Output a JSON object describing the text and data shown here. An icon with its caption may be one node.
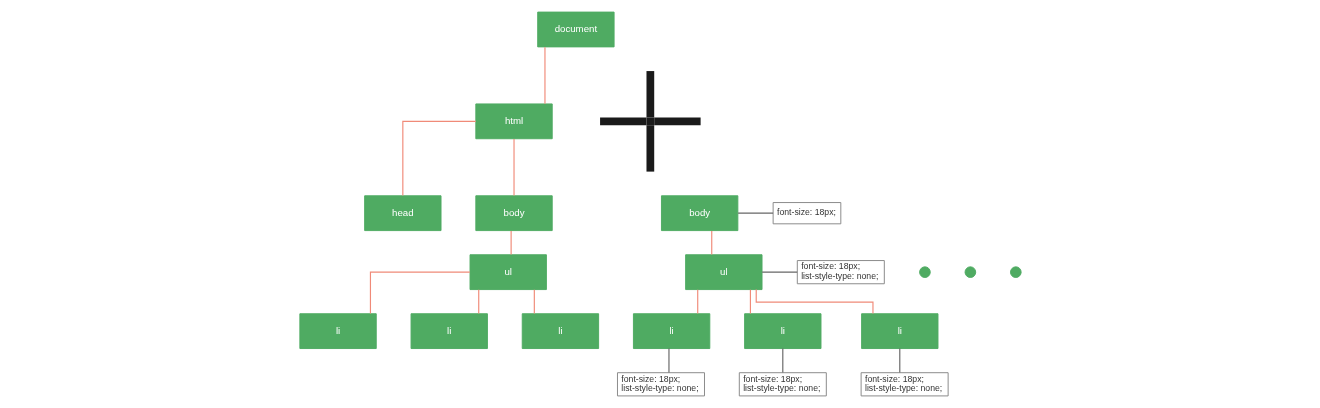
{
  "diagram": {
    "nodes": [
      {
        "text": [
          "document"
        ]
      },
      {
        "text": [
          "html"
        ]
      },
      {
        "text": [
          "head"
        ]
      },
      {
        "text": [
          "body"
        ]
      },
      {
        "text": [
          "ul"
        ]
      },
      {
        "text": [
          "li"
        ]
      },
      {
        "text": [
          "li"
        ]
      },
      {
        "text": [
          "li"
        ]
      },
      {
        "text": [],
        "shape": "circle"
      },
      {
        "text": [],
        "shape": "circle"
      },
      {
        "text": [],
        "shape": "circle"
      },
      {
        "text": [],
        "shape": "plus"
      },
      {
        "text": [
          "body"
        ]
      },
      {
        "text": [
          "font-size: 18px;"
        ]
      },
      {
        "text": [
          "ul"
        ]
      },
      {
        "text": [
          "font-size: 18px;",
          "list-style-type: none;"
        ]
      },
      {
        "text": [
          "li"
        ]
      },
      {
        "text": [
          "li"
        ]
      },
      {
        "text": [
          "li"
        ]
      },
      {
        "text": [
          "font-size: 18px;",
          "list-style-type: none;"
        ]
      },
      {
        "text": [
          "font-size: 18px;",
          "list-style-type: none;"
        ]
      },
      {
        "text": [
          "font-size: 18px;",
          "list-style-type: none;"
        ]
      }
    ],
    "edges": [
      {
        "from": 0,
        "to": 1,
        "arrow": "none"
      },
      {
        "from": 1,
        "to": 2,
        "arrow": "none"
      },
      {
        "from": 1,
        "to": 3,
        "arrow": "none"
      },
      {
        "from": 3,
        "to": 4,
        "arrow": "none"
      },
      {
        "from": 4,
        "to": 5,
        "arrow": "none"
      },
      {
        "from": 4,
        "to": 6,
        "arrow": "none"
      },
      {
        "from": 4,
        "to": 7,
        "arrow": "none"
      },
      {
        "from": 12,
        "to": 13,
        "arrow": "none",
        "color": "#666666"
      },
      {
        "from": 12,
        "to": 14,
        "arrow": "none"
      },
      {
        "from": 14,
        "to": 15,
        "arrow": "none",
        "color": "#666666"
      },
      {
        "from": 14,
        "to": 16,
        "arrow": "none"
      },
      {
        "from": 14,
        "to": 17,
        "arrow": "none"
      },
      {
        "from": 14,
        "to": 18,
        "arrow": "none"
      },
      {
        "from": 16,
        "to": 19,
        "arrow": "none",
        "color": "#666666"
      },
      {
        "from": 17,
        "to": 20,
        "arrow": "none",
        "color": "#666666"
      },
      {
        "from": 18,
        "to": 21,
        "arrow": "none",
        "color": "#666666"
      }
    ]
  }
}
